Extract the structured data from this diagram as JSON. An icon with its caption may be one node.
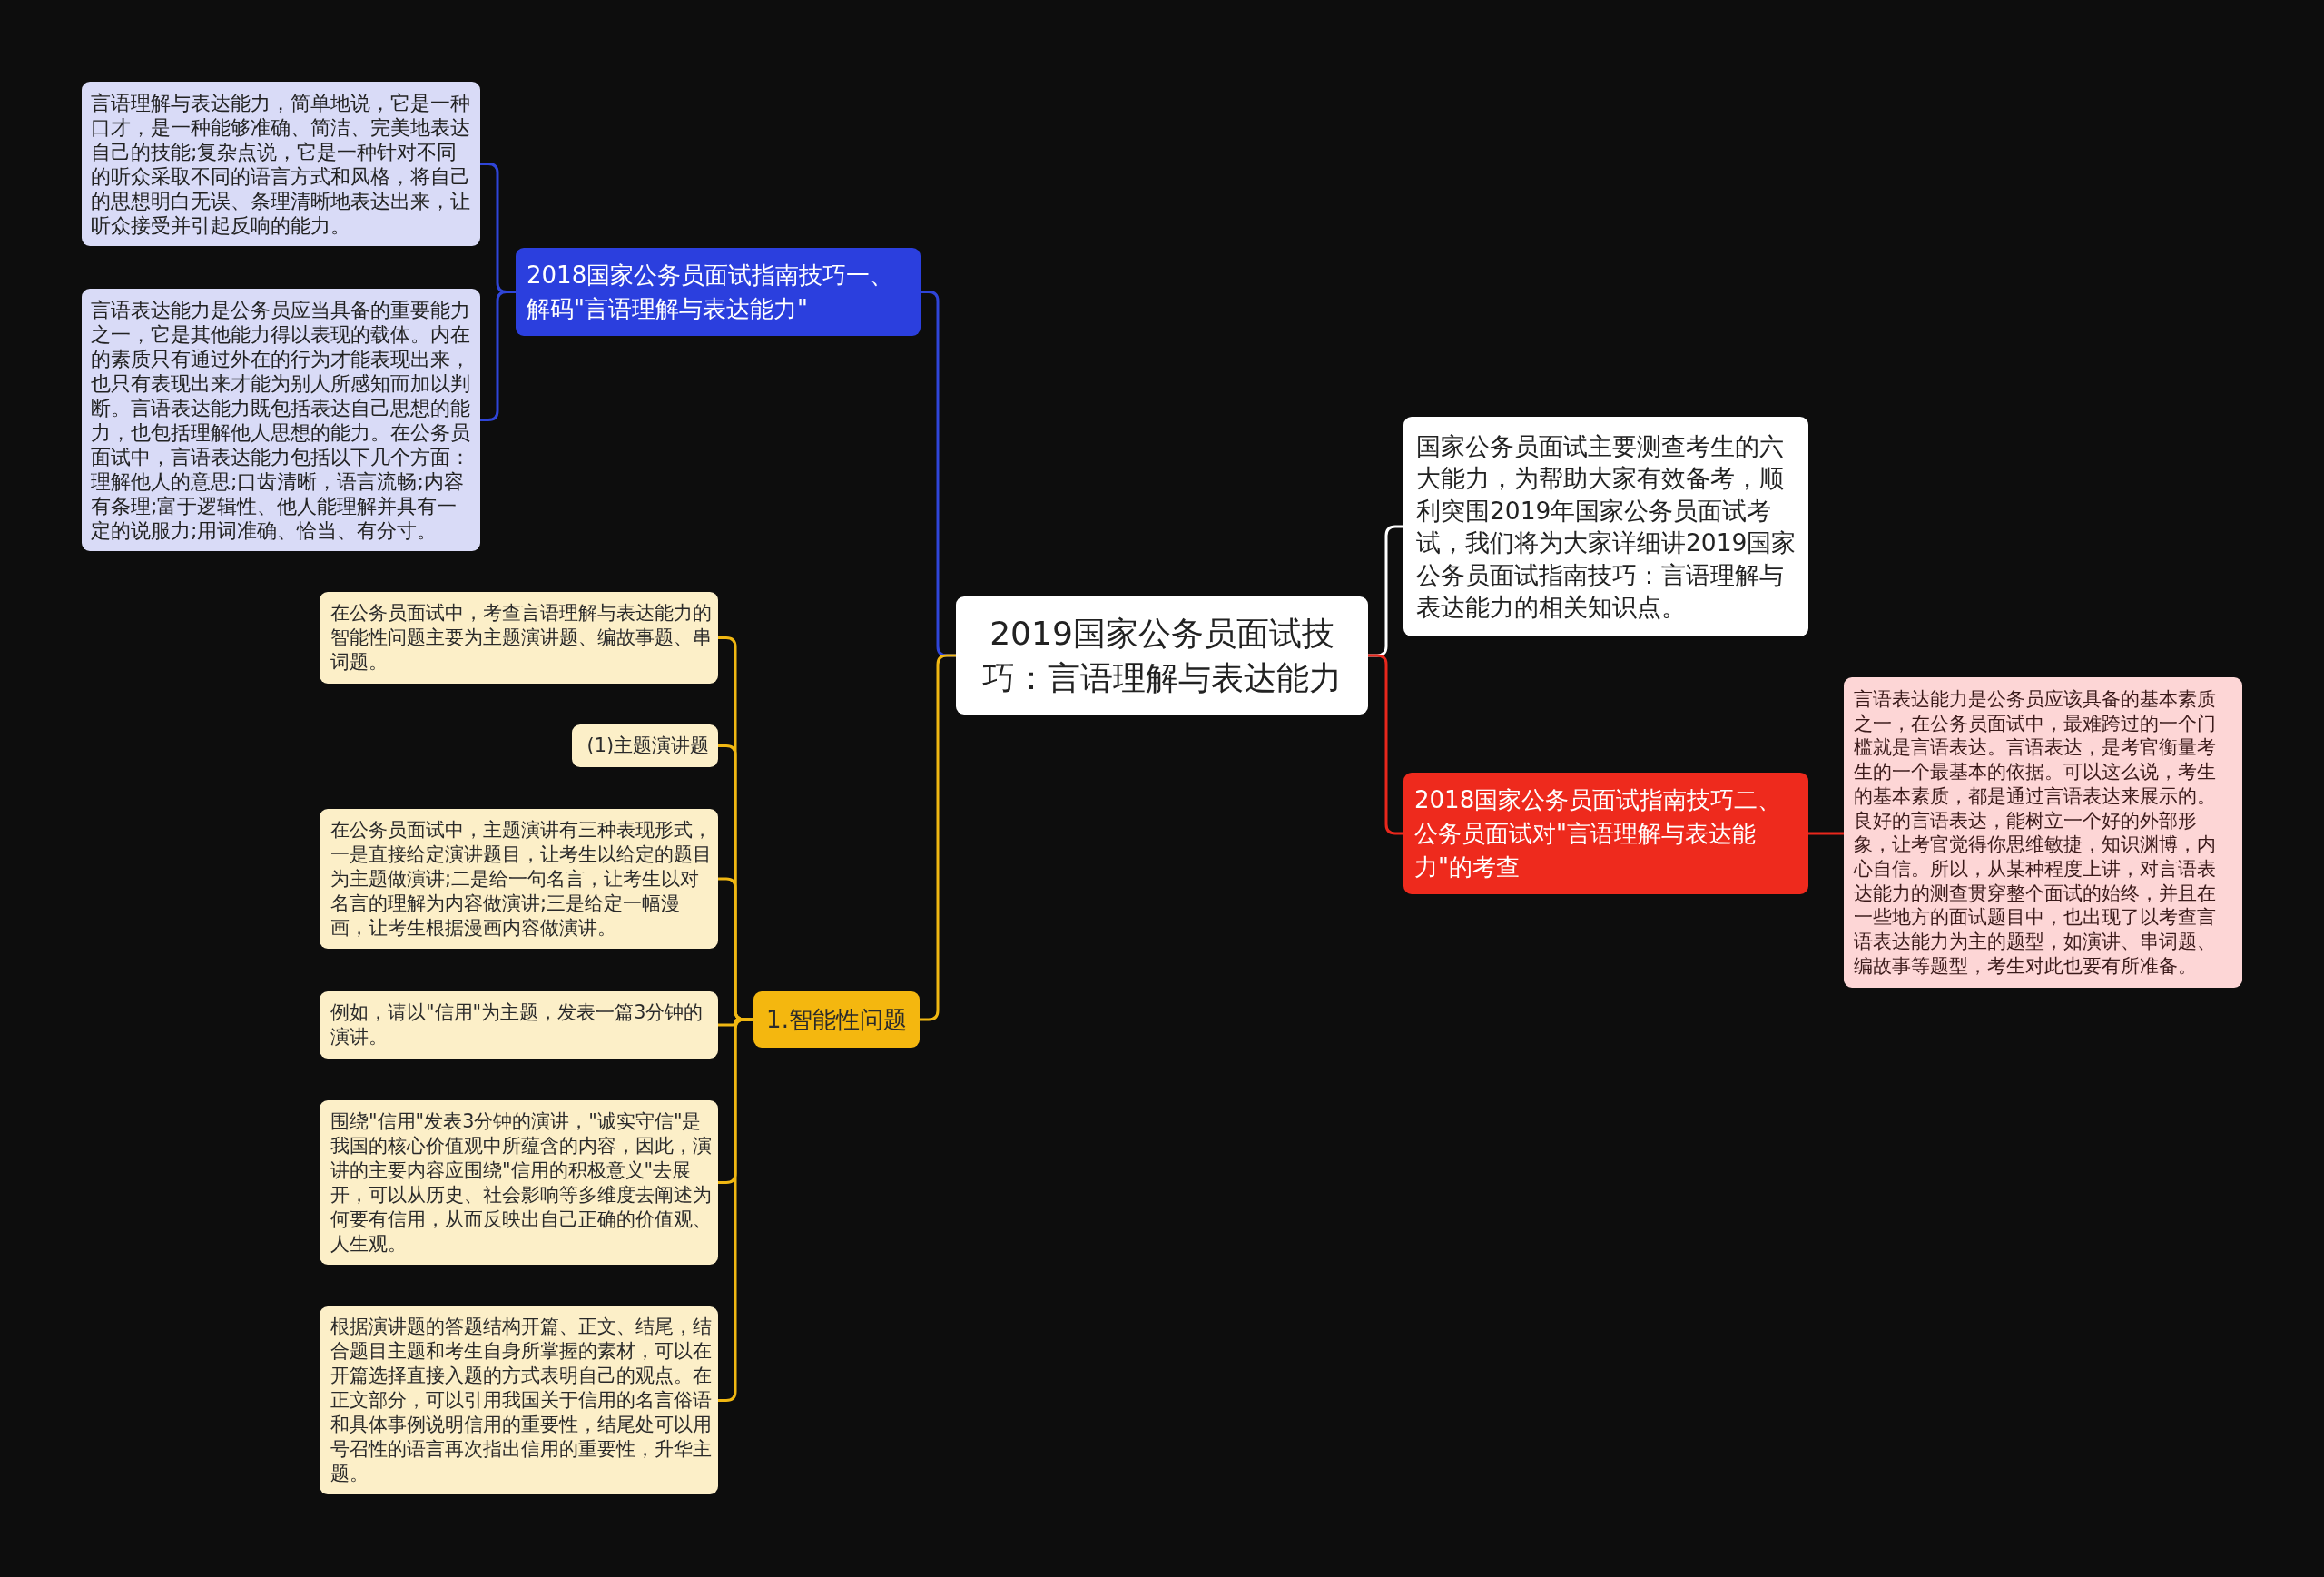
{
  "diagram": {
    "nodes": [
      {
        "text": [
          "2019国家公务员面试技巧：言语理解与表达能力"
        ]
      },
      {
        "text": [
          "2018国家公务员面试指南技巧一、解码\"言语理解与表达能力\""
        ]
      },
      {
        "text": [
          "言语理解与表达能力，简单地说，它是一种口才，是一种能够准确、简洁、完美地表达自己的技能;复杂点说，它是一种针对不同的听众采取不同的语言方式和风格，将自己的思想明白无误、条理清晰地表达出来，让听众接受并引起反响的能力。"
        ]
      },
      {
        "text": [
          "言语表达能力是公务员应当具备的重要能力之一，它是其他能力得以表现的载体。内在的素质只有通过外在的行为才能表现出来，也只有表现出来才能为别人所感知而加以判断。言语表达能力既包括表达自己思想的能力，也包括理解他人思想的能力。在公务员面试中，言语表达能力包括以下几个方面：理解他人的意思;口齿清晰，语言流畅;内容有条理;富于逻辑性、他人能理解并具有一定的说服力;用词准确、恰当、有分寸。"
        ]
      },
      {
        "text": [
          "1.智能性问题"
        ]
      },
      {
        "text": [
          "在公务员面试中，考查言语理解与表达能力的智能性问题主要为主题演讲题、编故事题、串词题。"
        ]
      },
      {
        "text": [
          "(1)主题演讲题"
        ]
      },
      {
        "text": [
          "在公务员面试中，主题演讲有三种表现形式，一是直接给定演讲题目，让考生以给定的题目为主题做演讲;二是给一句名言，让考生以对名言的理解为内容做演讲;三是给定一幅漫画，让考生根据漫画内容做演讲。"
        ]
      },
      {
        "text": [
          "例如，请以\"信用\"为主题，发表一篇3分钟的演讲。"
        ]
      },
      {
        "text": [
          "围绕\"信用\"发表3分钟的演讲，\"诚实守信\"是我国的核心价值观中所蕴含的内容，因此，演讲的主要内容应围绕\"信用的积极意义\"去展开，可以从历史、社会影响等多维度去阐述为何要有信用，从而反映出自己正确的价值观、人生观。"
        ]
      },
      {
        "text": [
          "根据演讲题的答题结构开篇、正文、结尾，结合题目主题和考生自身所掌握的素材，可以在开篇选择直接入题的方式表明自己的观点。在正文部分，可以引用我国关于信用的名言俗语和具体事例说明信用的重要性，结尾处可以用号召性的语言再次指出信用的重要性，升华主题。"
        ]
      },
      {
        "text": [
          "国家公务员面试主要测查考生的六大能力，为帮助大家有效备考，顺利突围2019年国家公务员面试考试，我们将为大家详细讲2019国家公务员面试指南技巧：言语理解与表达能力的相关知识点。"
        ]
      },
      {
        "text": [
          "2018国家公务员面试指南技巧二、公务员面试对\"言语理解与表达能力\"的考查"
        ]
      },
      {
        "text": [
          "言语表达能力是公务员应该具备的基本素质之一，在公务员面试中，最难跨过的一个门槛就是言语表达。言语表达，是考官衡量考生的一个最基本的依据。可以这么说，考生的基本素质，都是通过言语表达来展示的。良好的言语表达，能树立一个好的外部形象，让考官觉得你思维敏捷，知识渊博，内心自信。所以，从某种程度上讲，对言语表达能力的测查贯穿整个面试的始终，并且在一些地方的面试题目中，也出现了以考查言语表达能力为主的题型，如演讲、串词题、编故事等题型，考生对此也要有所准备。"
        ]
      }
    ],
    "edges": [
      {
        "from": 0,
        "to": 1,
        "arrow": "none",
        "color": "#2f45d8"
      },
      {
        "from": 1,
        "to": 2,
        "arrow": "none",
        "color": "#2f45d8"
      },
      {
        "from": 1,
        "to": 3,
        "arrow": "none",
        "color": "#2f45d8"
      },
      {
        "from": 0,
        "to": 4,
        "arrow": "none"
      },
      {
        "from": 4,
        "to": 5,
        "arrow": "none"
      },
      {
        "from": 4,
        "to": 6,
        "arrow": "none"
      },
      {
        "from": 4,
        "to": 7,
        "arrow": "none"
      },
      {
        "from": 4,
        "to": 8,
        "arrow": "none"
      },
      {
        "from": 4,
        "to": 9,
        "arrow": "none"
      },
      {
        "from": 4,
        "to": 10,
        "arrow": "none"
      },
      {
        "from": 0,
        "to": 11,
        "arrow": "none",
        "color": "#ffffff"
      },
      {
        "from": 0,
        "to": 12,
        "arrow": "none",
        "color": "#e8271c"
      },
      {
        "from": 12,
        "to": 13,
        "arrow": "none",
        "color": "#e8271c"
      }
    ]
  }
}
